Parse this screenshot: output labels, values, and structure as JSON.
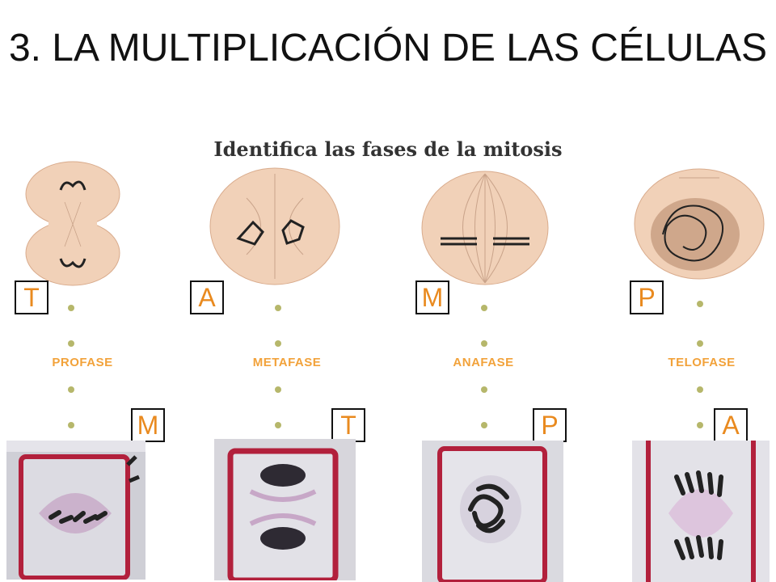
{
  "title": "3. LA MULTIPLICACIÓN DE LAS CÉLULAS",
  "subtitle": "Identifica las fases de la mitosis",
  "phases": [
    "PROFASE",
    "METAFASE",
    "ANAFASE",
    "TELOFASE"
  ],
  "top_answers": [
    "T",
    "A",
    "M",
    "P"
  ],
  "bottom_answers": [
    "M",
    "T",
    "P",
    "A"
  ],
  "colors": {
    "answer_letter": "#e98a1f",
    "phase_label": "#f2a23a",
    "cell_fill": "#f1d1b8",
    "photo_wall": "#b2203c"
  }
}
